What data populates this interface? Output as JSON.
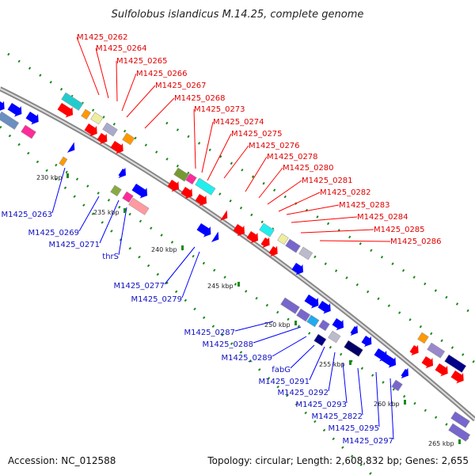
{
  "title": "Sulfolobus islandicus M.14.25, complete genome",
  "footer": {
    "accession": "Accession: NC_012588",
    "summary": "Topology: circular; Length: 2,608,832 bp; Genes: 2,655"
  },
  "colors": {
    "forward": "#ff0000",
    "reverse": "#0000ff",
    "backbone": "#888888",
    "dots": "#1a8a1a"
  },
  "ticks": [
    "230 kbp",
    "235 kbp",
    "240 kbp",
    "245 kbp",
    "250 kbp",
    "255 kbp",
    "260 kbp",
    "265 kbp"
  ],
  "red_labels": [
    "M1425_0262",
    "M1425_0264",
    "M1425_0265",
    "M1425_0266",
    "M1425_0267",
    "M1425_0268",
    "M1425_0273",
    "M1425_0274",
    "M1425_0275",
    "M1425_0276",
    "M1425_0278",
    "M1425_0280",
    "M1425_0281",
    "M1425_0282",
    "M1425_0283",
    "M1425_0284",
    "M1425_0285",
    "M1425_0286"
  ],
  "blue_labels": [
    "M1425_0263",
    "M1425_0269",
    "M1425_0271",
    "thrS",
    "M1425_0277",
    "M1425_0279",
    "M1425_0287",
    "M1425_0288",
    "M1425_0289",
    "fabG",
    "M1425_0291",
    "M1425_0292",
    "M1425_0293",
    "M1425_2822",
    "M1425_0295",
    "M1425_0297"
  ]
}
